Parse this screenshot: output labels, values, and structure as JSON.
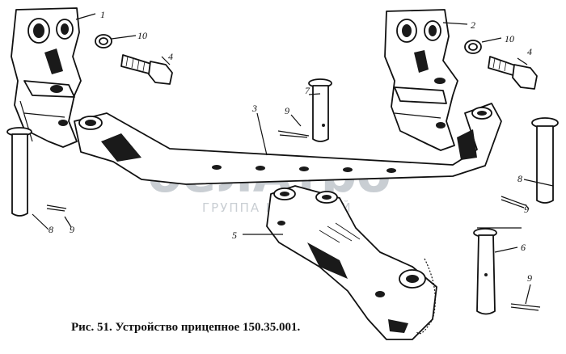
{
  "figure": {
    "caption": "Рис. 51. Устройство прицепное 150.35.001.",
    "callouts": [
      "1",
      "2",
      "3",
      "4",
      "4",
      "5",
      "6",
      "7",
      "8",
      "8",
      "9",
      "9",
      "9",
      "9",
      "10",
      "10"
    ],
    "parts": [
      "bracket-left",
      "bracket-right",
      "drawbar-beam",
      "bolt",
      "hitch-arm",
      "hitch-pin",
      "beam-pin",
      "pin",
      "cotter-pin",
      "washer"
    ]
  },
  "watermark": {
    "brand": "белАтро",
    "subtitle": "ГРУППА КОМПАНИЙ"
  },
  "colors": {
    "ink": "#111111",
    "background": "#ffffff",
    "watermark": "#c9ced3"
  }
}
